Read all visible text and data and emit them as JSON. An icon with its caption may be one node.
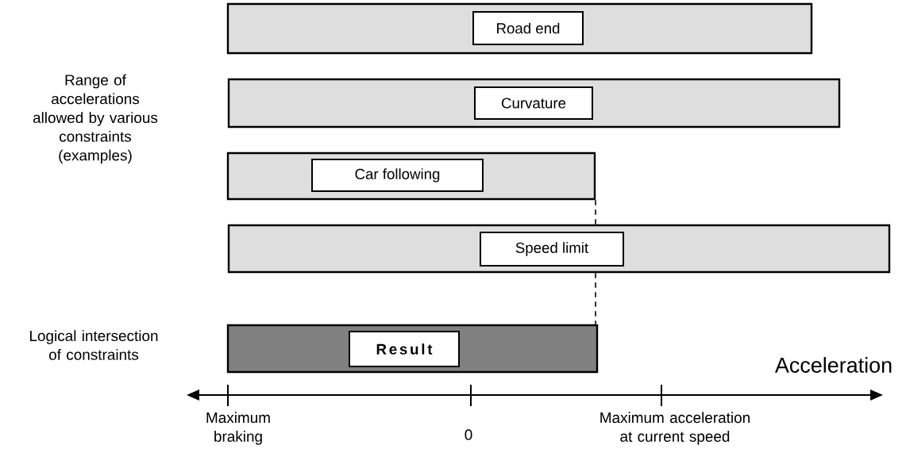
{
  "diagram": {
    "nodes": [
      {
        "text": [],
        "shape": "bar"
      },
      {
        "text": [
          "Road end"
        ],
        "in": 0
      },
      {
        "text": [],
        "shape": "bar"
      },
      {
        "text": [
          "Curvature"
        ],
        "in": 2
      },
      {
        "text": [],
        "shape": "bar"
      },
      {
        "text": [
          "Car following"
        ],
        "in": 4
      },
      {
        "text": [],
        "shape": "bar"
      },
      {
        "text": [
          "Speed limit"
        ],
        "in": 6
      },
      {
        "text": [],
        "shape": "bar"
      },
      {
        "text": [
          "Result"
        ],
        "in": 8
      }
    ],
    "edges": [
      {
        "from": 4,
        "to": 6,
        "arrow": "none",
        "style": "dashed"
      },
      {
        "from": 6,
        "to": 8,
        "arrow": "none",
        "style": "dashed"
      }
    ],
    "labels": [
      "Range of accelerations allowed by various constraints (examples)",
      "Logical intersection of constraints",
      "Acceleration",
      "Maximum braking",
      "0",
      "Maximum acceleration at current speed"
    ]
  }
}
